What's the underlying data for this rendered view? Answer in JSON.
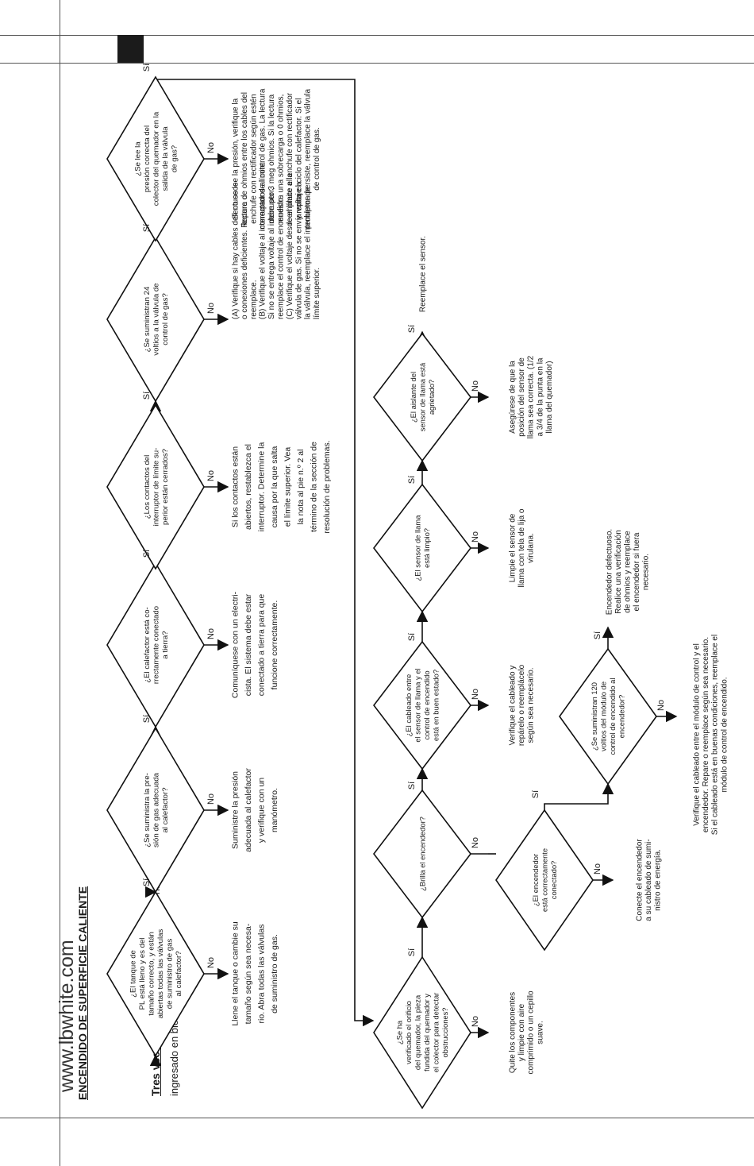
{
  "header": {
    "site": "www.lbwhite.com",
    "title": "ENCENDIDO DE SUPERFICIE CALIENTE"
  },
  "intro": {
    "bold": "Tres veces",
    "rest": "Falla de encendido. El módulo ha ingresado en bloqueo de seguridad."
  },
  "labels": {
    "yes": "Sí",
    "no": "No"
  },
  "row1": [
    {
      "question": [
        "¿El tanque de",
        "PL está lleno y es del",
        "tamaño correcto, y están",
        "abiertas todas las válvulas",
        "de suministro de gas",
        "al calefactor?"
      ],
      "answer": [
        "Llene el tanque o cambie su",
        "tamaño según sea necesa-",
        "rio. Abra todas las válvulas",
        "de suministro de gas."
      ]
    },
    {
      "question": [
        "¿Se suministra la pre-",
        "sión de gas adecuada",
        "al calefactor?"
      ],
      "answer": [
        "Suministre la presión",
        "adecuada al calefactor",
        "y verifique con un",
        "manómetro."
      ]
    },
    {
      "question": [
        "¿El calefactor está co-",
        "rrectamente conectado",
        "a tierra?"
      ],
      "answer": [
        "Comuníquese con un electri-",
        "cista. El sistema debe estar",
        "conectado a tierra para que",
        "funcione correctamente."
      ]
    },
    {
      "question": [
        "¿Los contactos del",
        "interruptor de límite su-",
        "perior están cerrados?"
      ],
      "answer": [
        "Si los contactos están",
        "abiertos, restablezca el",
        "interruptor. Determine la",
        "causa por la que salta",
        "el límite superior. Vea",
        "la nota al pie n.º 2 al",
        "término de la sección de",
        "resolución de problemas."
      ]
    },
    {
      "question": [
        "¿Se suministran 24",
        "voltios a la válvula de",
        "control de gas?"
      ],
      "answer": [
        "(A) Verifique si hay cables defectuosos",
        "      o conexiones deficientes. Repare o",
        "      reemplace.",
        "(B) Verifique el voltaje al interruptor de límite.",
        "      Si no se entrega voltaje al interruptor,",
        "      reemplace el control de encendido.",
        "(C) Verifique el voltaje desde el límite a la",
        "      válvula de gas. Si no se envía voltaje a",
        "      la válvula, reemplace el interruptor de",
        "      límite superior."
      ]
    },
    {
      "question": [
        "¿Se lee la",
        "presión correcta del",
        "colector del quemador en la",
        "salida de la válvula",
        "de gas?"
      ],
      "answer": [
        "Si no se lee la presión, verifique la",
        "lectura de ohmios entre los cables del",
        "enchufe con rectificador según estén",
        "conectados al control de gas. La lectura",
        "debe ser 3 meg ohmios. Si la lectura",
        "muestra una sobrecarga o 0 ohmios,",
        "reemplace el enchufe con rectificador",
        "y repita el ciclo del calefactor. Si el",
        "problema persiste, reemplace la válvula",
        "de control de gas."
      ]
    }
  ],
  "row2": [
    {
      "question": [
        "¿Se ha",
        "verificado el orificio",
        "del quemador, la pieza",
        "fundida del quemador y",
        "el colector para detectar",
        "obstrucciones?"
      ],
      "answer": [
        "Quite los componentes",
        "y limpie con aire",
        "comprimido o un cepillo",
        "suave."
      ]
    },
    {
      "question": [
        "¿Brilla el encendedor?"
      ],
      "answer": []
    },
    {
      "question": [
        "¿El cableado entre",
        "el sensor de llama y el",
        "control de encendido",
        "está en buen estado?"
      ],
      "answer": [
        "Verifique el cableado y",
        "repárelo o reemplácelo",
        "según sea necesario."
      ]
    },
    {
      "question": [
        "¿El sensor de llama",
        "está limpio?"
      ],
      "answer": [
        "Limpie el sensor de",
        "llama con tela de lija o",
        "virulana."
      ]
    },
    {
      "question": [
        "¿El aislante del",
        "sensor de llama está",
        "agrietado?"
      ],
      "answer": [
        "Asegúrese de que la",
        "posición del sensor de",
        "llama sea correcta. (1/2",
        "a 3/4 de la punta en la",
        "llama del quemador)"
      ]
    }
  ],
  "row2_end": [
    "Reemplace el sensor."
  ],
  "row3": [
    {
      "question": [
        "¿El encendedor",
        "está correctamente",
        "conectado?"
      ],
      "answer": [
        "Conecte el encendedor",
        "a su cableado de sumi-",
        "nistro de energía."
      ]
    },
    {
      "question": [
        "¿Se suministran 120",
        "voltios del módulo de",
        "control de encendido al",
        "encendedor?"
      ],
      "answer": [
        "Verifique el cableado entre el módulo de control y el",
        "encendedor. Repare o reemplace según sea necesario.",
        "Si el cableado está en buenas condiciones, reemplace el",
        "módulo de control de encendido."
      ]
    }
  ],
  "row3_end": [
    "Encendedor defectuoso.",
    "Realice una verificación",
    "de ohmios y reemplace",
    "el encendedor si fuera",
    "necesario."
  ]
}
